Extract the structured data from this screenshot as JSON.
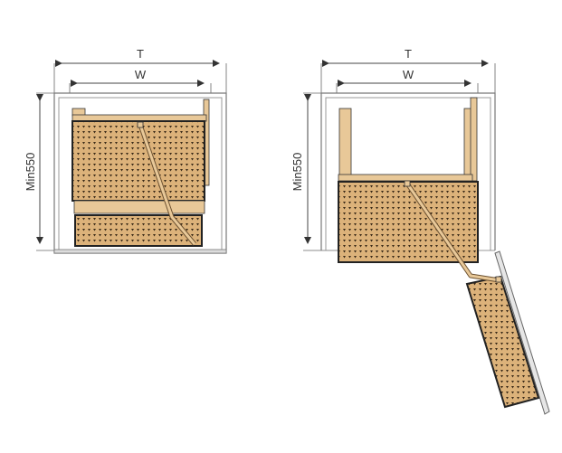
{
  "left_view": {
    "total_width_label": "T",
    "inner_width_label": "W",
    "height_label": "Min550"
  },
  "right_view": {
    "total_width_label": "T",
    "inner_width_label": "W",
    "height_label": "Min550"
  },
  "colors": {
    "wood": "#e8c898",
    "mesh": "#d9b07a",
    "frame": "#a8a8a8",
    "dimension": "#444444"
  }
}
